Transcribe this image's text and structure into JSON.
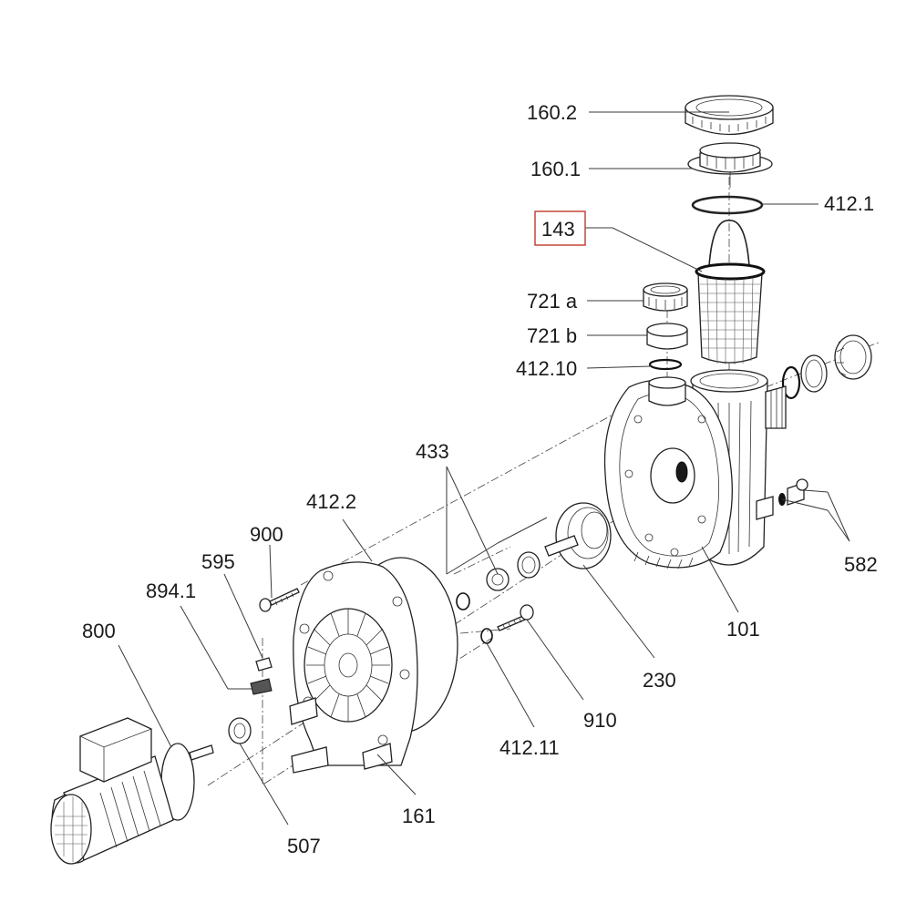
{
  "diagram": {
    "highlight_color": "#c0392b",
    "line_color": "#222222",
    "parts": [
      {
        "id": "p1602",
        "number": "160.2"
      },
      {
        "id": "p1601",
        "number": "160.1"
      },
      {
        "id": "p4121",
        "number": "412.1"
      },
      {
        "id": "p143",
        "number": "143",
        "highlighted": true
      },
      {
        "id": "p721a",
        "number": "721",
        "suffix": "a"
      },
      {
        "id": "p721b",
        "number": "721",
        "suffix": "b"
      },
      {
        "id": "p41210",
        "number": "412.10"
      },
      {
        "id": "p433",
        "number": "433"
      },
      {
        "id": "p4122",
        "number": "412.2"
      },
      {
        "id": "p900",
        "number": "900"
      },
      {
        "id": "p595",
        "number": "595"
      },
      {
        "id": "p8941",
        "number": "894.1"
      },
      {
        "id": "p800",
        "number": "800"
      },
      {
        "id": "p582",
        "number": "582"
      },
      {
        "id": "p101",
        "number": "101"
      },
      {
        "id": "p230",
        "number": "230"
      },
      {
        "id": "p910",
        "number": "910"
      },
      {
        "id": "p41211",
        "number": "412.11"
      },
      {
        "id": "p161",
        "number": "161"
      },
      {
        "id": "p507",
        "number": "507"
      }
    ]
  }
}
